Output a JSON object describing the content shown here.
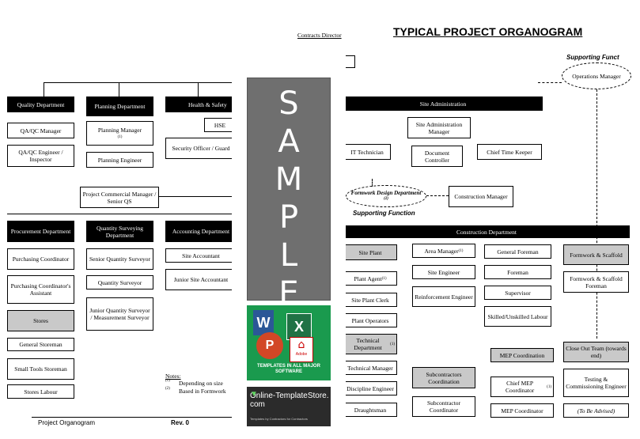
{
  "header": {
    "contracts_director": "Contracts Director",
    "title": "TYPICAL PROJECT ORGANOGRAM",
    "supporting_function_top": "Supporting Funct",
    "supporting_function_mid": "Supporting Function",
    "operations_manager": "Operations Manager"
  },
  "left": {
    "quality_dept": "Quality Department",
    "planning_dept": "Planning Department",
    "health_safety": "Health & Safety",
    "qa_qc_manager": "QA/QC Manager",
    "qa_qc_engineer": "QA/QC Engineer / Inspector",
    "planning_manager": "Planning Manager",
    "planning_manager_note": "(1)",
    "planning_engineer": "Planning Engineer",
    "hse": "HSE",
    "security_officer": "Security Officer / Guard",
    "project_commercial_manager": "Project Commercial Manager / Senior QS",
    "procurement_dept": "Procurement Department",
    "qs_dept": "Quantity Surveying Department",
    "accounting_dept": "Accounting Department",
    "purchasing_coordinator": "Purchasing Coordinator",
    "purchasing_assistant": "Purchasing Coordinator's Assistant",
    "stores": "Stores",
    "general_storeman": "General Storeman",
    "small_tools_storeman": "Small Tools Storeman",
    "stores_labour": "Stores Labour",
    "senior_qs": "Senior Quantity Surveyor",
    "qs": "Quantity Surveyor",
    "junior_qs": "Junior Quantity Surveyor / Measurement Surveyor",
    "site_accountant": "Site Accountant",
    "junior_site_accountant": "Junior Site Accountant"
  },
  "notes": {
    "label": "Notes:",
    "n1_mark": "(1)",
    "n1_text": "Depending on size",
    "n2_mark": "(2)",
    "n2_text": "Based in Formwork"
  },
  "footer": {
    "left": "Project Organogram",
    "rev": "Rev. 0"
  },
  "right": {
    "site_administration": "Site Administration",
    "site_admin_manager": "Site Administration Manager",
    "it_technician": "IT Technician",
    "document_controller": "Document Controller",
    "chief_time_keeper": "Chief Time Keeper",
    "formwork_design_dept": "Formwork Design Department",
    "formwork_design_note": "(2)",
    "construction_manager": "Construction Manager",
    "construction_dept": "Construction Department",
    "site_plant": "Site Plant",
    "plant_agent": "Plant Agent",
    "plant_agent_note": "(1)",
    "site_plant_clerk": "Site Plant Clerk",
    "plant_operators": "Plant Operators",
    "technical_dept": "Technical Department",
    "technical_dept_note": "(1)",
    "technical_manager": "Technical Manager",
    "discipline_engineer": "Discipline Engineer",
    "draughtsman": "Draughtsman",
    "area_manager": "Area Manager",
    "area_manager_note": "(1)",
    "site_engineer": "Site Engineer",
    "reinforcement_engineer": "Reinforcement Engineer",
    "subcontractors_coordination": "Subcontractors Coordination",
    "subcontractor_coordinator": "Subcontractor Coordinator",
    "general_foreman": "General Foreman",
    "foreman": "Foreman",
    "supervisor": "Supervisor",
    "skilled_unskilled": "Skilled/Unskilled Labour",
    "mep_coordination": "MEP Coordination",
    "chief_mep": "Chief MEP Coordinator",
    "chief_mep_note": "(1)",
    "mep_coordinator": "MEP Coordinator",
    "formwork_scaffold": "Formwork & Scaffold",
    "formwork_scaffold_foreman": "Formwork & Scaffold Foreman",
    "close_out_team": "Close Out Team (towards end)",
    "testing_commissioning": "Testing & Commissioning Engineer",
    "to_be_advised": "(To Be Advised)"
  },
  "overlay": {
    "sample_letters": [
      "S",
      "A",
      "M",
      "P",
      "L",
      "E"
    ],
    "templates_text": "TEMPLATES IN ALL MAJOR SOFTWARE",
    "store_name": "Online-TemplateStore.com",
    "store_tagline": "Templates by Contractors for Contractors",
    "adobe_label": "Adobe"
  }
}
